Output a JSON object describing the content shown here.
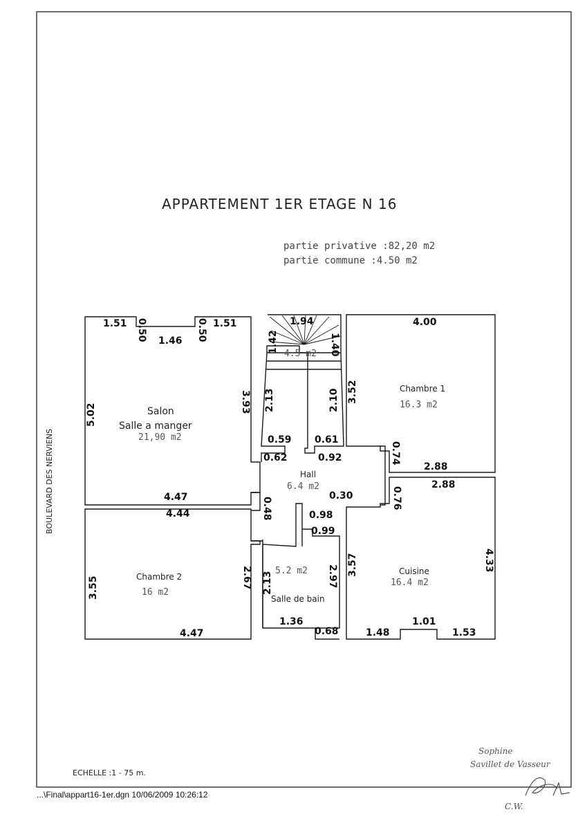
{
  "title": "APPARTEMENT 1ER ETAGE N 16",
  "summary": {
    "private": "partie privative :82,20 m2",
    "common": "partie commune :4.50 m2"
  },
  "street": "BOULEVARD DES NERVIENS",
  "scale": "ECHELLE :1 - 75 m.",
  "footer_path": "...\\Final\\appart16-1er.dgn  10/06/2009 10:26:12",
  "signature": {
    "line1": "Sophine",
    "line2": "Savillet de Vasseur",
    "initials": "C.W."
  },
  "rooms": {
    "salon_name": "Salon",
    "salon_sub": "Salle a manger",
    "salon_area": "21,90 m2",
    "stair_area": "4.5 m2",
    "chambre1_name": "Chambre 1",
    "chambre1_area": "16.3 m2",
    "hall_name": "Hall",
    "hall_area": "6.4 m2",
    "chambre2_name": "Chambre 2",
    "chambre2_area": "16 m2",
    "sdb_area": "5.2 m2",
    "sdb_name": "Salle de bain",
    "cuisine_name": "Cuisine",
    "cuisine_area": "16.4 m2"
  },
  "dims": {
    "s_151a": "1.51",
    "s_050a": "0.50",
    "s_146": "1.46",
    "s_050b": "0.50",
    "s_151b": "1.51",
    "s_502": "5.02",
    "s_393": "3.93",
    "s_447": "4.47",
    "st_194": "1.94",
    "st_142": "1.42",
    "st_140": "1.40",
    "st_213": "2.13",
    "st_210": "2.10",
    "h_059": "0.59",
    "h_061": "0.61",
    "h_062": "0.62",
    "h_092": "0.92",
    "c1_400": "4.00",
    "c1_352": "3.52",
    "c1_074": "0.74",
    "c1_288": "2.88",
    "ha_030": "0.30",
    "ha_048": "0.48",
    "ha_098": "0.98",
    "ha_099": "0.99",
    "c2_444": "4.44",
    "c2_355": "3.55",
    "c2_267": "2.67",
    "c2_447": "4.47",
    "sb_213": "2.13",
    "sb_297": "2.97",
    "sb_136": "1.36",
    "sb_068": "0.68",
    "cu_288": "2.88",
    "cu_076": "0.76",
    "cu_357": "3.57",
    "cu_433": "4.33",
    "cu_148": "1.48",
    "cu_101": "1.01",
    "cu_153": "1.53"
  }
}
